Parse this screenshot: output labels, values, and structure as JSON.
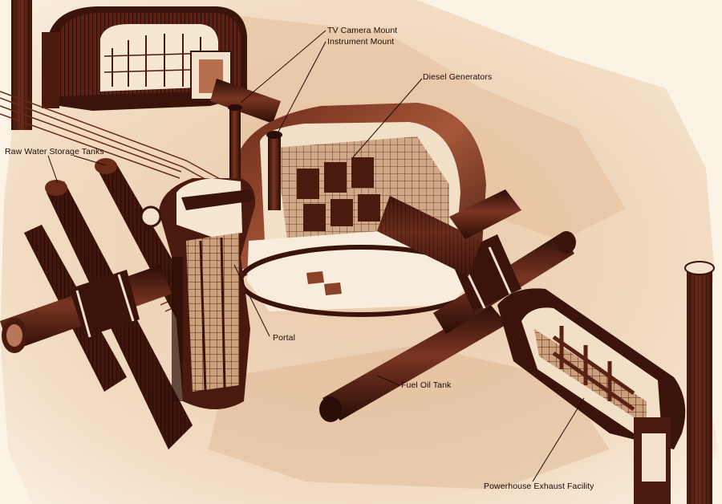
{
  "callouts": {
    "tv_camera_mount": "TV Camera Mount",
    "instrument_mount": "Instrument Mount",
    "diesel_generators": "Diesel Generators",
    "raw_water_storage_tanks": "Raw Water Storage Tanks",
    "portal": "Portal",
    "fuel_oil_tank": "Fuel Oil Tank",
    "powerhouse_exhaust_facility": "Powerhouse Exhaust Facility"
  },
  "palette": {
    "paper": "#fbf3e6",
    "sepia_light": "#e8c7a6",
    "sepia_mid": "#a1583d",
    "sepia_dark": "#4a1a0e",
    "ink": "#1c0b05"
  }
}
